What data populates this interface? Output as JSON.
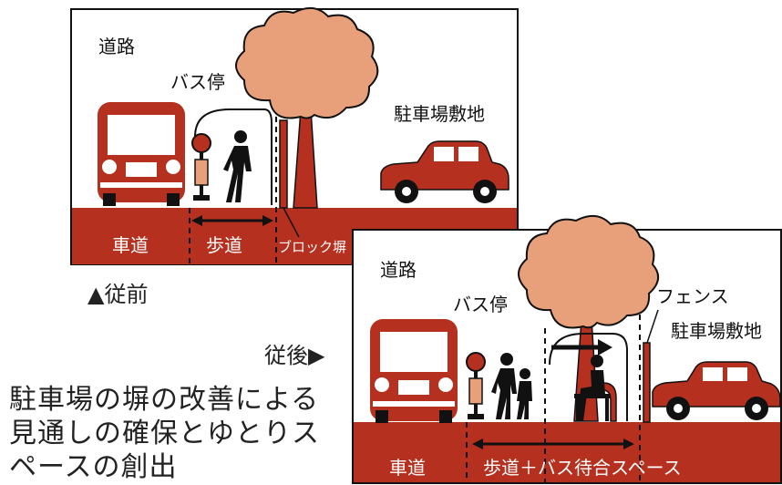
{
  "before_panel": {
    "road_label": "道路",
    "bus_stop_label": "バス停",
    "parking_label": "駐車場敷地",
    "roadway_label": "車道",
    "sidewalk_label": "歩道",
    "block_wall_label": "ブロック塀"
  },
  "after_panel": {
    "road_label": "道路",
    "bus_stop_label": "バス停",
    "fence_label": "フェンス",
    "parking_label": "駐車場敷地",
    "roadway_label": "車道",
    "sidewalk_space_label": "歩道＋バス待合スペース"
  },
  "captions": {
    "before": "▲従前",
    "after": "従後▶"
  },
  "description": {
    "line1": "駐車場の塀の改善による",
    "line2": "見通しの確保とゆとりス",
    "line3": "ペースの創出"
  },
  "colors": {
    "brick": "#b5301f",
    "tree_canopy": "#e8a07a",
    "ink": "#111111"
  }
}
